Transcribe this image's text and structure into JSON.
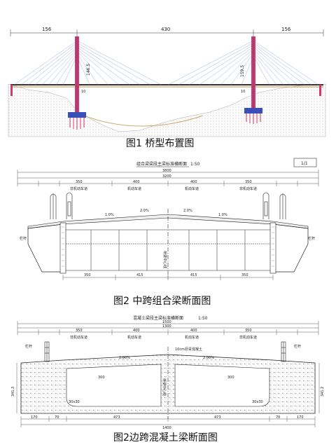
{
  "figure1": {
    "caption": "图1  桥型布置图",
    "span_labels": [
      "156",
      "430",
      "156"
    ],
    "tower_labels": [
      "146.5",
      "159.5"
    ],
    "foundation_labels": [
      "10",
      "10"
    ]
  },
  "figure2": {
    "caption": "图2  中跨组合梁断面图",
    "title": "组合梁梁段主梁标准横断面",
    "scale": "1:50",
    "ratio_box": "1/1",
    "top_dims": [
      "3800",
      "3200",
      "350",
      "400",
      "400",
      "350"
    ],
    "lane_labels": [
      "非机动车道",
      "机动车道",
      "机动车道",
      "非机动车道"
    ],
    "slopes": [
      "1.0%",
      "2.0%",
      "2.0%",
      "1.0%"
    ],
    "centerline": "桥梁中心线",
    "left_note": "栏杆",
    "right_note": "栏杆",
    "bottom_dims": [
      "350",
      "415",
      "415",
      "350"
    ]
  },
  "figure3": {
    "caption": "图2边跨混凝土梁断面图",
    "title": "混凝土梁段主梁标准横断面",
    "scale": "1:50",
    "top_dims": [
      "1500",
      "1300",
      "350",
      "400",
      "400",
      "350"
    ],
    "lane_labels": [
      "非机动车道",
      "机动车道",
      "机动车道",
      "非机动车道"
    ],
    "slopes": [
      "2.00%",
      "2.00%"
    ],
    "deck_note": "10cm沥青混凝土",
    "centerline": "桥梁中心线",
    "left_note": "栏杆",
    "right_note": "栏杆",
    "height_labels": [
      "341.3",
      "341.2"
    ],
    "void_labels": [
      "300",
      "300",
      "30x30",
      "30x30"
    ],
    "bottom_dims": [
      "170",
      "70",
      "473",
      "473",
      "70",
      "170"
    ],
    "total": "1400"
  }
}
